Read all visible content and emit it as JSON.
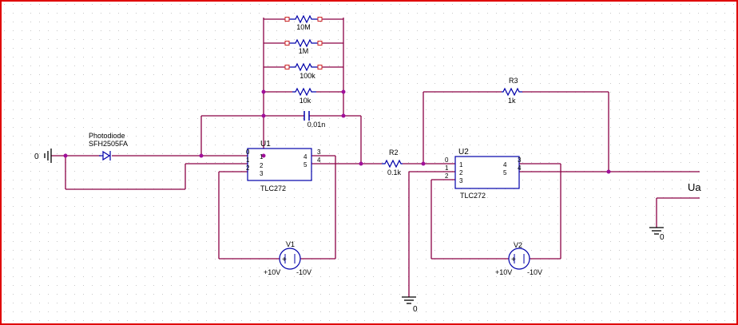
{
  "colors": {
    "frame": "#e00000",
    "wire": "#8b0045",
    "part": "#0000aa",
    "node": "#a0109a",
    "ground": "#000000",
    "terminal": "#cc2222",
    "grid": "#c8c8c8"
  },
  "ground_symbol": "ground-icon",
  "labels": {
    "r_10M": "10M",
    "r_1M": "1M",
    "r_100k": "100k",
    "r_10k": "10k",
    "cap": "0.01n",
    "photodiode_title": "Photodiode",
    "photodiode_part": "SFH2505FA",
    "gnd_left": "0",
    "u1_name": "U1",
    "u1_part": "TLC272",
    "u1_pin0": "0",
    "u1_pin1": "1",
    "u1_pin2": "2",
    "u1_in1": "1",
    "u1_in2": "2",
    "u1_in3": "3",
    "u1_out4": "4",
    "u1_out5": "5",
    "u1_pin3": "3",
    "u1_pin4": "4",
    "v1_name": "V1",
    "v1_plus": "+10V",
    "v1_minus": "-10V",
    "r2_name": "R2",
    "r2_value": "0.1k",
    "r3_name": "R3",
    "r3_value": "1k",
    "u2_name": "U2",
    "u2_part": "TLC272",
    "u2_pin0": "0",
    "u2_pin1": "1",
    "u2_pin2": "2",
    "u2_in1": "1",
    "u2_in2": "2",
    "u2_in3": "3",
    "u2_out4": "4",
    "u2_out5": "5",
    "u2_pin3": "3",
    "u2_pin4": "4",
    "v2_name": "V2",
    "v2_plus": "+10V",
    "v2_minus": "-10V",
    "output": "Ua",
    "gnd_bottom": "0",
    "gnd_right": "0"
  }
}
